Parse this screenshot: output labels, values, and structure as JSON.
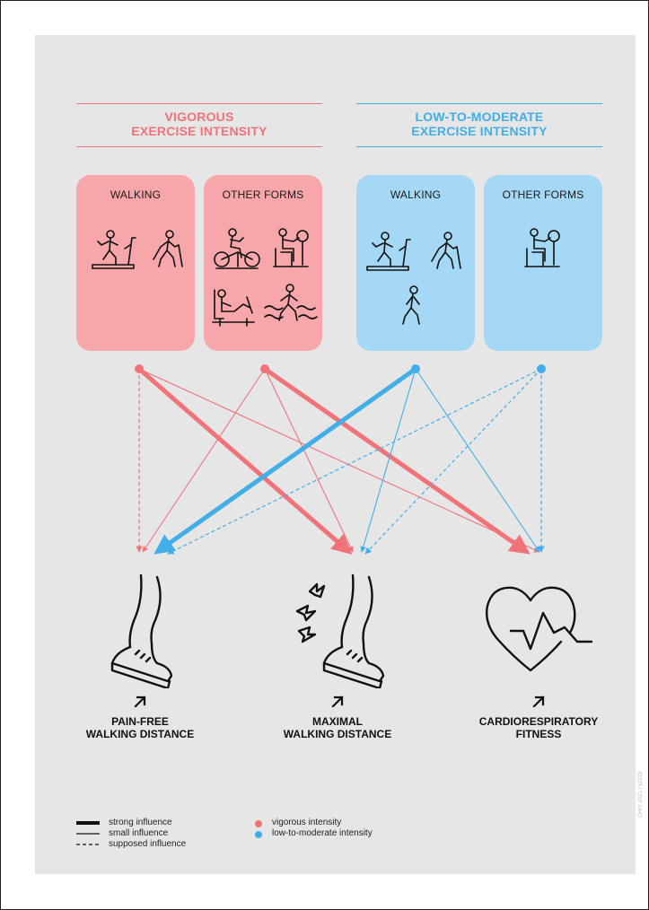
{
  "headers": {
    "vigorous": {
      "line1": "VIGOROUS",
      "line2": "EXERCISE INTENSITY"
    },
    "low": {
      "line1": "LOW-TO-MODERATE",
      "line2": "EXERCISE INTENSITY"
    }
  },
  "boxes": {
    "vig_walking": "WALKING",
    "vig_other": "OTHER FORMS",
    "low_walking": "WALKING",
    "low_other": "OTHER FORMS"
  },
  "outcomes": {
    "pain_free": {
      "line1": "PAIN-FREE",
      "line2": "WALKING DISTANCE"
    },
    "maximal": {
      "line1": "MAXIMAL",
      "line2": "WALKING DISTANCE"
    },
    "cardio": {
      "line1": "CARDIORESPIRATORY",
      "line2": "FITNESS"
    }
  },
  "legend": {
    "strong": "strong influence",
    "small": "small influence",
    "supposed": "supposed influence",
    "vigorous": "vigorous intensity",
    "low": "low-to-moderate intensity"
  },
  "colors": {
    "vigorous": "#f0737a",
    "low": "#41aee8",
    "vigorous_box": "#f7a6aa",
    "low_box": "#a4d8f4"
  },
  "icons": {
    "vig_walking": [
      "treadmill-walker-icon",
      "nordic-walker-icon"
    ],
    "vig_other": [
      "exercise-bike-icon",
      "arm-ergometer-icon",
      "leg-press-icon",
      "water-walking-icon"
    ],
    "low_walking": [
      "treadmill-walker-icon",
      "nordic-walker-icon",
      "walking-person-icon"
    ],
    "low_other": [
      "arm-ergometer-icon"
    ],
    "outcomes": [
      "leg-shoe-icon",
      "painful-leg-shoe-icon",
      "heart-pulse-icon",
      "arrow-up-right-icon"
    ]
  },
  "watermark": "OHIV 2021 | 52223"
}
